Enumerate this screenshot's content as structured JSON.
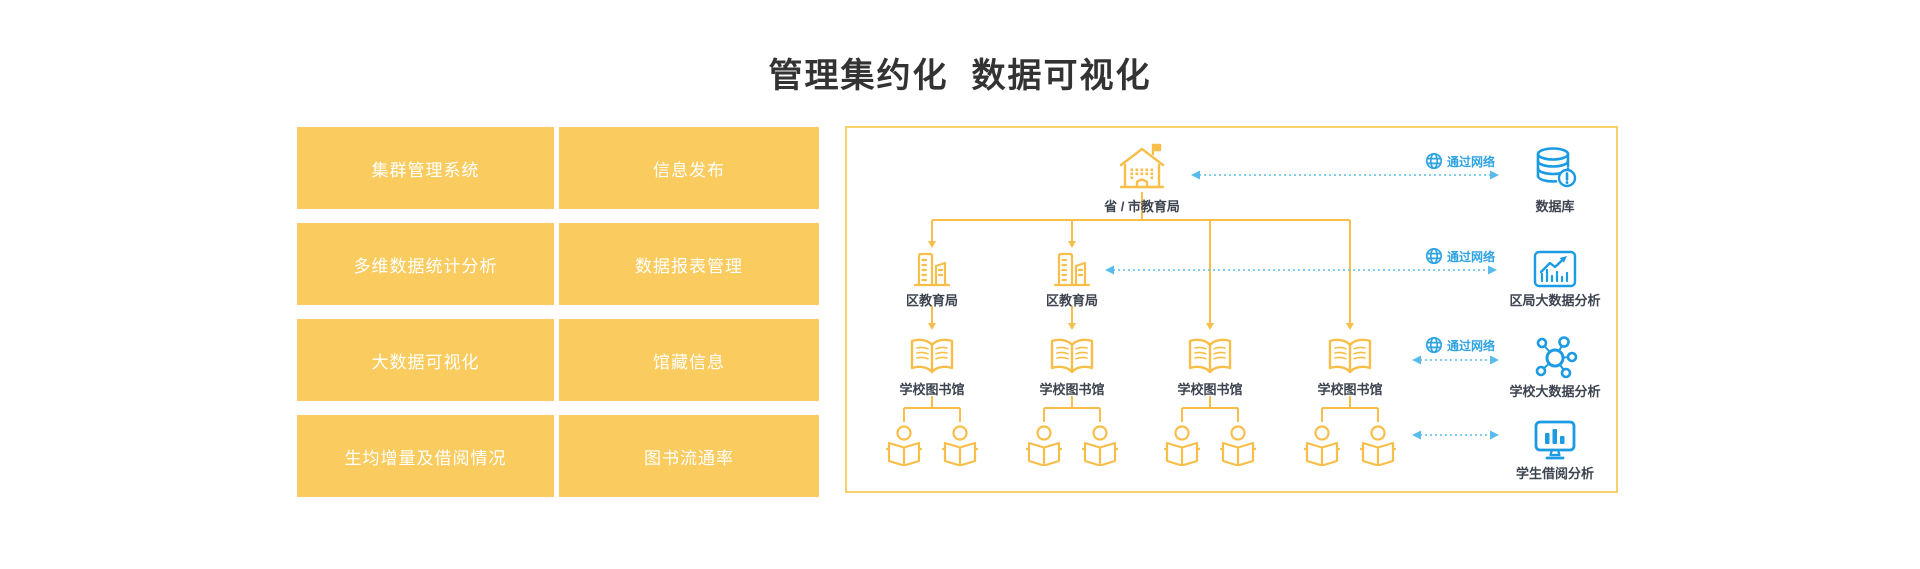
{
  "title": "管理集约化  数据可视化",
  "features": {
    "items": [
      {
        "label": "集群管理系统"
      },
      {
        "label": "信息发布"
      },
      {
        "label": "多维数据统计分析"
      },
      {
        "label": "数据报表管理"
      },
      {
        "label": "大数据可视化"
      },
      {
        "label": "馆藏信息"
      },
      {
        "label": "生均增量及借阅情况"
      },
      {
        "label": "图书流通率"
      }
    ]
  },
  "diagram": {
    "root": {
      "label": "省 / 市教育局"
    },
    "district_bureaus": [
      {
        "label": "区教育局"
      },
      {
        "label": "区教育局"
      }
    ],
    "school_libraries": [
      {
        "label": "学校图书馆"
      },
      {
        "label": "学校图书馆"
      },
      {
        "label": "学校图书馆"
      },
      {
        "label": "学校图书馆"
      }
    ],
    "students_count": 8,
    "network_links": [
      {
        "label": "通过网络"
      },
      {
        "label": "通过网络"
      },
      {
        "label": "通过网络"
      }
    ],
    "right_panel": [
      {
        "label": "数据库"
      },
      {
        "label": "区局大数据分析"
      },
      {
        "label": "学校大数据分析"
      },
      {
        "label": "学生借阅分析"
      }
    ]
  },
  "colors": {
    "chip_yellow": "#FACC60",
    "diagram_yellow": "#F7BE4A",
    "diagram_border": "#F8D06B",
    "icon_blue": "#1B9BE3",
    "network_blue": "#2FA3E3",
    "arrow_blue": "#58BBEC",
    "title_text": "#333333"
  }
}
